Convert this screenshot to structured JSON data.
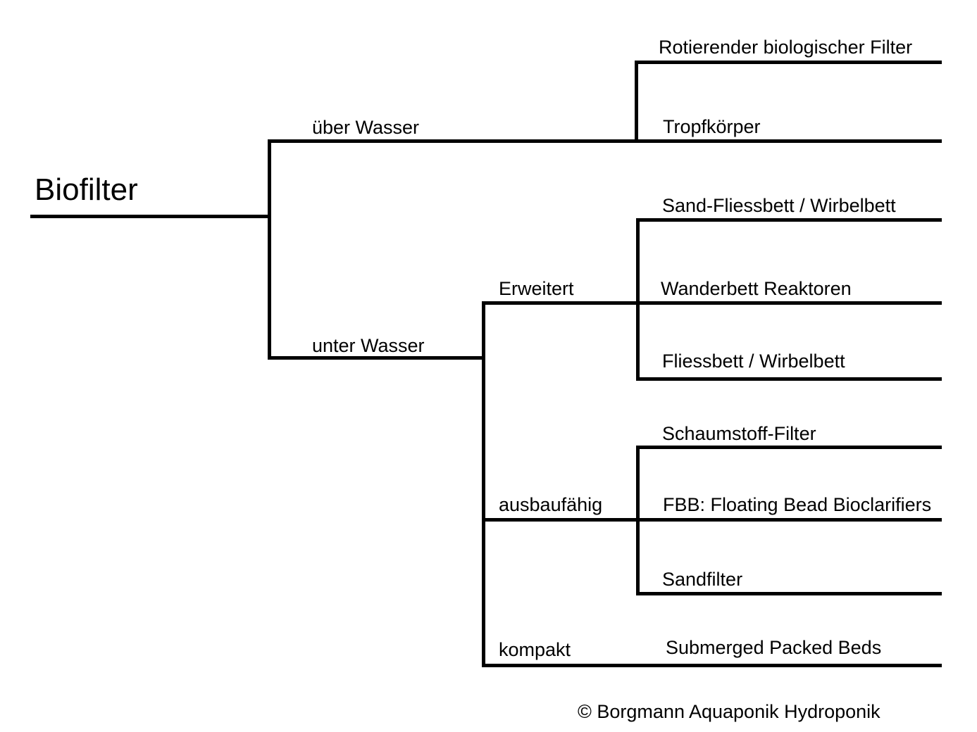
{
  "diagram": {
    "title": "Biofilter",
    "credit": "© Borgmann Aquaponik Hydroponik",
    "line_color": "#000000",
    "background_color": "#ffffff",
    "text_color": "#000000"
  },
  "root": {
    "label": "Biofilter"
  },
  "level1": [
    {
      "label": "über Wasser"
    },
    {
      "label": "unter Wasser"
    }
  ],
  "level2": [
    {
      "label": "Erweitert"
    },
    {
      "label": "ausbaufähig"
    },
    {
      "label": "kompakt"
    }
  ],
  "leaves": {
    "ueber_wasser": [
      {
        "label": "Rotierender biologischer Filter"
      },
      {
        "label": "Tropfkörper"
      }
    ],
    "erweitert": [
      {
        "label": "Sand-Fliessbett / Wirbelbett"
      },
      {
        "label": "Wanderbett Reaktoren"
      },
      {
        "label": "Fliessbett / Wirbelbett"
      }
    ],
    "ausbaufaehig": [
      {
        "label": "Schaumstoff-Filter"
      },
      {
        "label": "FBB: Floating Bead Bioclarifiers"
      },
      {
        "label": "Sandfilter"
      }
    ],
    "kompakt": [
      {
        "label": "Submerged Packed Beds"
      }
    ]
  }
}
